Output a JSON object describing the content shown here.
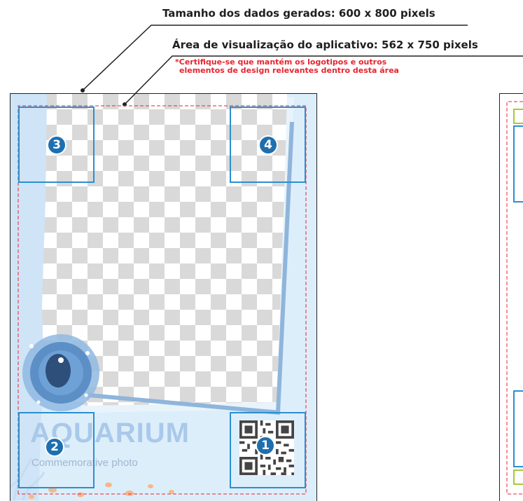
{
  "annotations": {
    "generated_size": "Tamanho dos dados gerados: 600 x 800 pixels",
    "preview_area": "Área de visualização do aplicativo: 562 x 750 pixels",
    "note_line1": "*Certifique-se que mantém os logotipos e outros",
    "note_line2": "elementos de design relevantes dentro desta área"
  },
  "zones": [
    {
      "id": "1",
      "content": "qr-code"
    },
    {
      "id": "2",
      "content": "brand-logo"
    },
    {
      "id": "3",
      "content": "empty"
    },
    {
      "id": "4",
      "content": "empty"
    }
  ],
  "brand": {
    "name": "AQUARIUM",
    "tagline": "Commemorative photo"
  },
  "colors": {
    "zone_border": "#2a8fd0",
    "safe_area_dash": "#e8232f",
    "badge": "#1e6fb0",
    "background": "#ddeefb",
    "small_marker": "#a8c83a"
  }
}
